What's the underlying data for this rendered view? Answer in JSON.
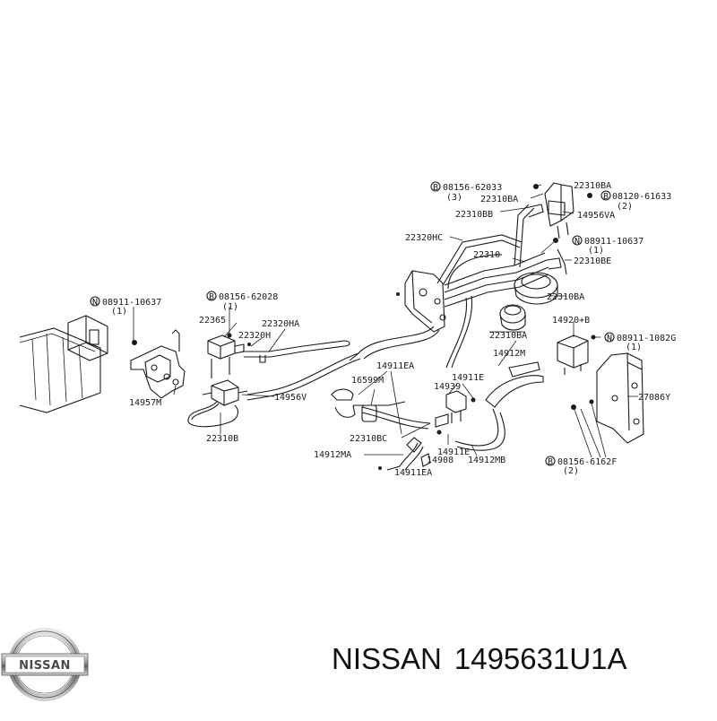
{
  "brand": {
    "logo_text": "NISSAN",
    "caption_brand": "NISSAN",
    "caption_part_number": "1495631U1A"
  },
  "labels": [
    {
      "id": "l1",
      "text": "08156-62033",
      "circle": "B"
    },
    {
      "id": "l2",
      "text": "(3)"
    },
    {
      "id": "l3",
      "text": "22310BA"
    },
    {
      "id": "l4",
      "text": "22310BA"
    },
    {
      "id": "l5",
      "text": "08120-61633",
      "circle": "B"
    },
    {
      "id": "l6",
      "text": "(2)"
    },
    {
      "id": "l7",
      "text": "22310BB"
    },
    {
      "id": "l8",
      "text": "14956VA"
    },
    {
      "id": "l9",
      "text": "22320HC"
    },
    {
      "id": "l10",
      "text": "08911-10637",
      "circle": "N"
    },
    {
      "id": "l11",
      "text": "(1)"
    },
    {
      "id": "l12",
      "text": "22310"
    },
    {
      "id": "l13",
      "text": "22310BE"
    },
    {
      "id": "l14",
      "text": "22310BA"
    },
    {
      "id": "l15",
      "text": "08911-10637",
      "circle": "N"
    },
    {
      "id": "l16",
      "text": "(1)"
    },
    {
      "id": "l17",
      "text": "08156-62028",
      "circle": "B"
    },
    {
      "id": "l18",
      "text": "(1)"
    },
    {
      "id": "l19",
      "text": "22365"
    },
    {
      "id": "l20",
      "text": "22320HA"
    },
    {
      "id": "l21",
      "text": "22320H"
    },
    {
      "id": "l22",
      "text": "14920+B"
    },
    {
      "id": "l23",
      "text": "08911-1082G",
      "circle": "N"
    },
    {
      "id": "l24",
      "text": "(1)"
    },
    {
      "id": "l25",
      "text": "22310BA"
    },
    {
      "id": "l26",
      "text": "14912M"
    },
    {
      "id": "l27",
      "text": "14911EA"
    },
    {
      "id": "l28",
      "text": "16599M"
    },
    {
      "id": "l29",
      "text": "14911E"
    },
    {
      "id": "l30",
      "text": "14939"
    },
    {
      "id": "l31",
      "text": "14957M"
    },
    {
      "id": "l32",
      "text": "14956V"
    },
    {
      "id": "l33",
      "text": "27086Y"
    },
    {
      "id": "l34",
      "text": "22310B"
    },
    {
      "id": "l35",
      "text": "22310BC"
    },
    {
      "id": "l36",
      "text": "14911E"
    },
    {
      "id": "l37",
      "text": "14912MA"
    },
    {
      "id": "l38",
      "text": "14908"
    },
    {
      "id": "l39",
      "text": "14912MB"
    },
    {
      "id": "l40",
      "text": "08156-6162F",
      "circle": "B"
    },
    {
      "id": "l41",
      "text": "(2)"
    },
    {
      "id": "l42",
      "text": "14911EA"
    }
  ]
}
